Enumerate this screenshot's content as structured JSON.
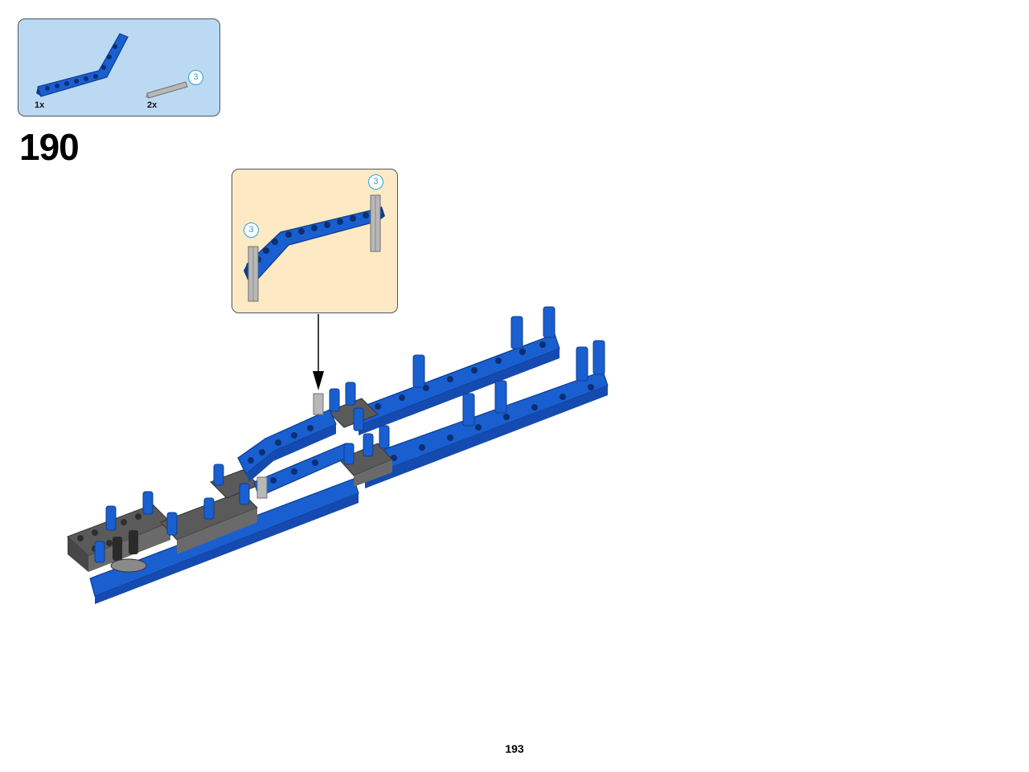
{
  "parts_list": {
    "items": [
      {
        "part": "bent-beam-blue",
        "quantity": "1x"
      },
      {
        "part": "axle-grey",
        "quantity": "2x",
        "length_badge": "3"
      }
    ]
  },
  "step": {
    "number": "190"
  },
  "callout": {
    "axle_badges": [
      "3",
      "3"
    ]
  },
  "page": {
    "number": "193"
  },
  "colors": {
    "parts_bg": "#bcd9f3",
    "callout_bg": "#fde9c4",
    "beam_blue": "#1a5fd0",
    "frame_grey": "#5a5a5a",
    "axle_grey": "#b8b8b8",
    "badge_cyan": "#29a3d6"
  }
}
